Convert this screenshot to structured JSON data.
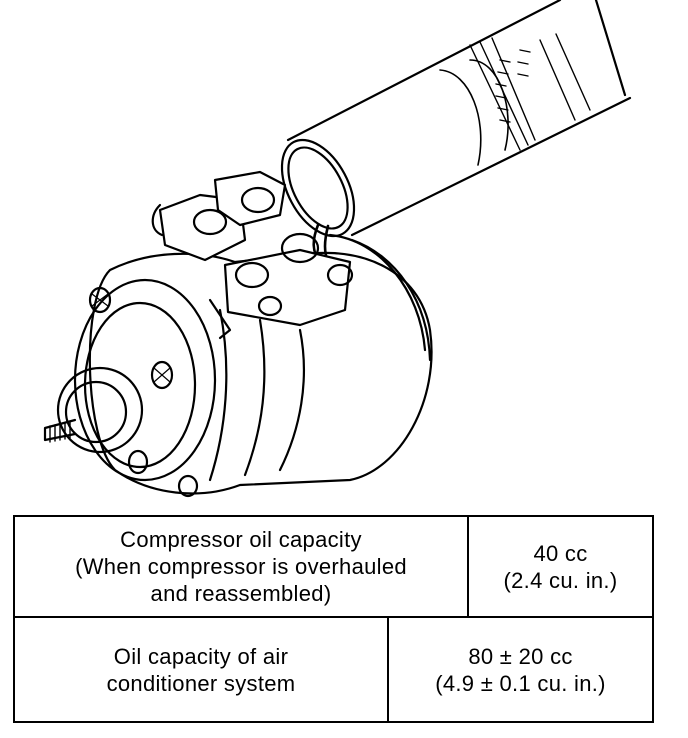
{
  "illustration": {
    "subject": "compressor-oil-filling"
  },
  "table": {
    "rows": [
      {
        "label_lines": [
          "Compressor oil capacity",
          "(When compressor is overhauled",
          "and reassembled)"
        ],
        "value_lines": [
          "40 cc",
          "(2.4 cu. in.)"
        ]
      },
      {
        "label_lines": [
          "Oil capacity of air",
          "conditioner system"
        ],
        "value_lines": [
          "80 ± 20 cc",
          "(4.9 ± 0.1 cu. in.)"
        ]
      }
    ]
  }
}
